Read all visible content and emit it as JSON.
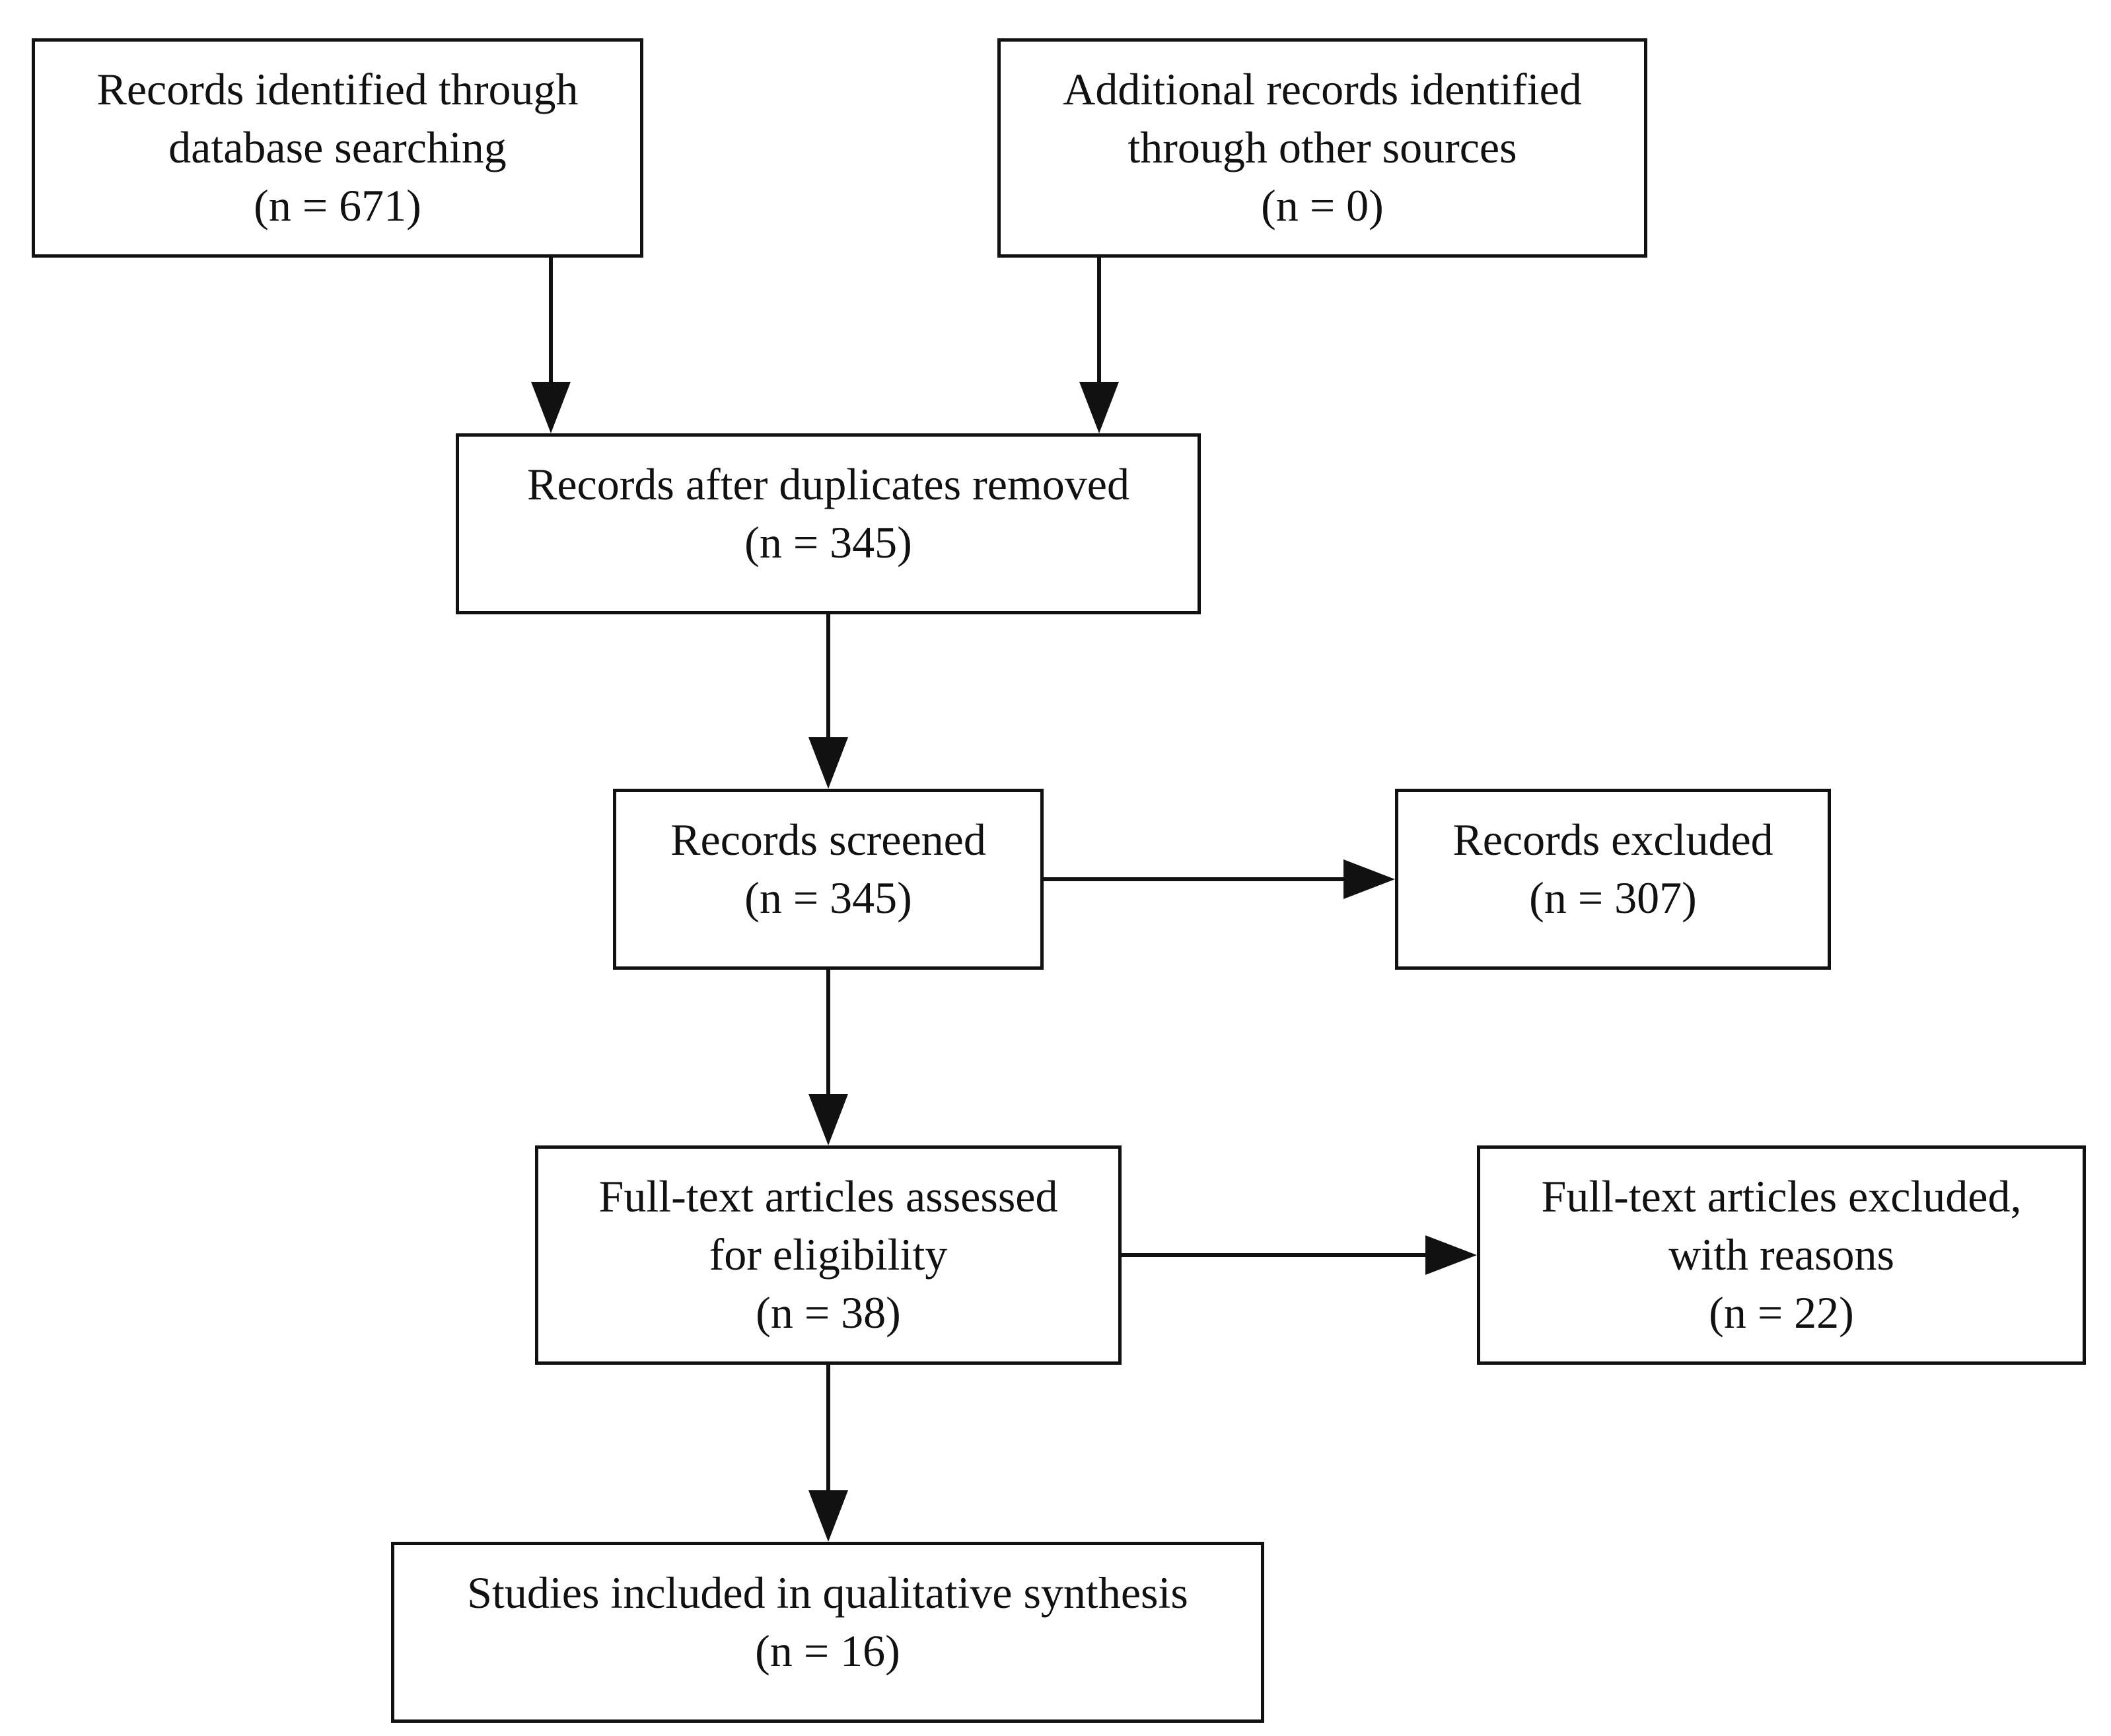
{
  "flowchart": {
    "records_identified": {
      "line1": "Records identified through",
      "line2": "database searching",
      "count": "(n = 671)"
    },
    "additional_records": {
      "line1": "Additional records identified",
      "line2": "through other sources",
      "count": "(n = 0)"
    },
    "after_duplicates": {
      "line1": "Records after duplicates removed",
      "count": "(n = 345)"
    },
    "screened": {
      "line1": "Records screened",
      "count": "(n = 345)"
    },
    "excluded": {
      "line1": "Records excluded",
      "count": "(n = 307)"
    },
    "full_text_assessed": {
      "line1": "Full-text articles assessed",
      "line2": "for eligibility",
      "count": "(n = 38)"
    },
    "full_text_excluded": {
      "line1": "Full-text articles excluded,",
      "line2": "with reasons",
      "count": "(n = 22)"
    },
    "included": {
      "line1": "Studies included in qualitative synthesis",
      "count": "(n = 16)"
    }
  }
}
